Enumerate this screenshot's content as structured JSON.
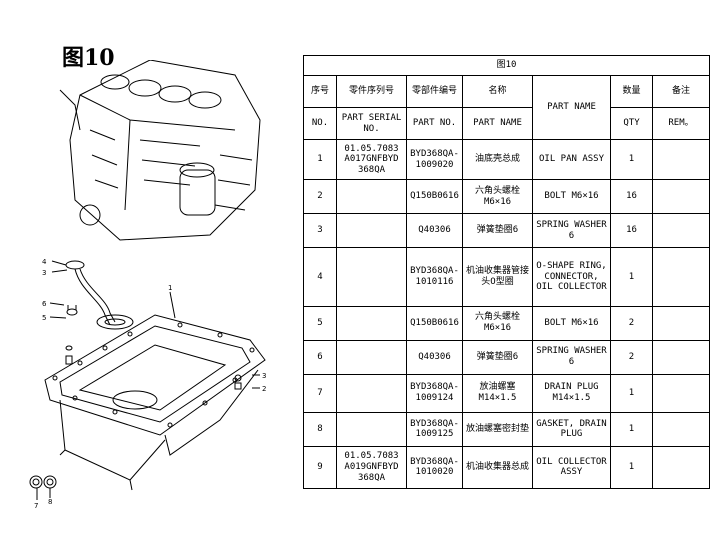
{
  "figure_label": "图10",
  "table": {
    "caption": "图10",
    "header_cn": {
      "no": "序号",
      "serial": "零件序列号",
      "part_no": "零部件编号",
      "name": "名称",
      "qty": "数量",
      "rem": "备注"
    },
    "header_en": {
      "no": "NO.",
      "serial": "PART SERIAL NO.",
      "part_no": "PART NO.",
      "name": "PART NAME",
      "name_en": "PART NAME",
      "qty": "QTY",
      "rem": "REM。"
    },
    "rows": [
      {
        "no": "1",
        "serial": "01.05.7083 A017GNFBYD 368QA",
        "part_no": "BYD368QA-1009020",
        "name_cn": "油底壳总成",
        "name_en": "OIL PAN ASSY",
        "qty": "1"
      },
      {
        "no": "2",
        "serial": "",
        "part_no": "Q150B0616",
        "name_cn": "六角头螺栓 M6×16",
        "name_en": "BOLT M6×16",
        "qty": "16"
      },
      {
        "no": "3",
        "serial": "",
        "part_no": "Q40306",
        "name_cn": "弹簧垫圈6",
        "name_en": "SPRING WASHER 6",
        "qty": "16"
      },
      {
        "no": "4",
        "serial": "",
        "part_no": "BYD368QA-1010116",
        "name_cn": "机油收集器管接头O型圈",
        "name_en": "O-SHAPE RING, CONNECTOR, OIL COLLECTOR",
        "qty": "1"
      },
      {
        "no": "5",
        "serial": "",
        "part_no": "Q150B0616",
        "name_cn": "六角头螺栓 M6×16",
        "name_en": "BOLT M6×16",
        "qty": "2"
      },
      {
        "no": "6",
        "serial": "",
        "part_no": "Q40306",
        "name_cn": "弹簧垫圈6",
        "name_en": "SPRING WASHER 6",
        "qty": "2"
      },
      {
        "no": "7",
        "serial": "",
        "part_no": "BYD368QA-1009124",
        "name_cn": "放油螺塞 M14×1.5",
        "name_en": "DRAIN PLUG M14×1.5",
        "qty": "1"
      },
      {
        "no": "8",
        "serial": "",
        "part_no": "BYD368QA-1009125",
        "name_cn": "放油螺塞密封垫",
        "name_en": "GASKET, DRAIN PLUG",
        "qty": "1"
      },
      {
        "no": "9",
        "serial": "01.05.7083 A019GNFBYD 368QA",
        "part_no": "BYD368QA-1010020",
        "name_cn": "机油收集器总成",
        "name_en": "OIL COLLECTOR ASSY",
        "qty": "1"
      }
    ]
  },
  "callouts": [
    "1",
    "2",
    "3",
    "4",
    "5",
    "6",
    "7",
    "8"
  ]
}
